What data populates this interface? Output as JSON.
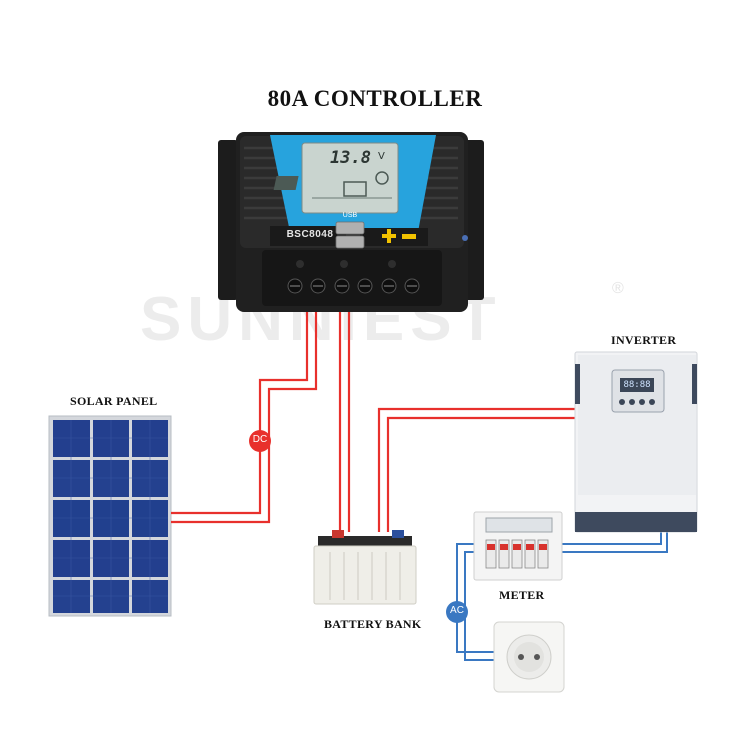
{
  "diagram": {
    "title": "80A CONTROLLER",
    "watermark": "SUNNIEST",
    "watermark_mark": "®",
    "controller": {
      "model": "BSC8048",
      "usb_label": "USB",
      "lcd_reading": "13.8",
      "lcd_unit": "V"
    },
    "labels": {
      "solar_panel": "SOLAR PANEL",
      "battery_bank": "BATTERY BANK",
      "inverter": "INVERTER",
      "meter": "METER"
    },
    "badges": {
      "dc": "DC",
      "ac": "AC"
    },
    "inverter_display": "88:88",
    "colors": {
      "dc_wire": "#e8302c",
      "ac_wire": "#3a78c2",
      "controller_accent": "#27a3dd",
      "panel_cell": "#1f3f8f"
    }
  }
}
